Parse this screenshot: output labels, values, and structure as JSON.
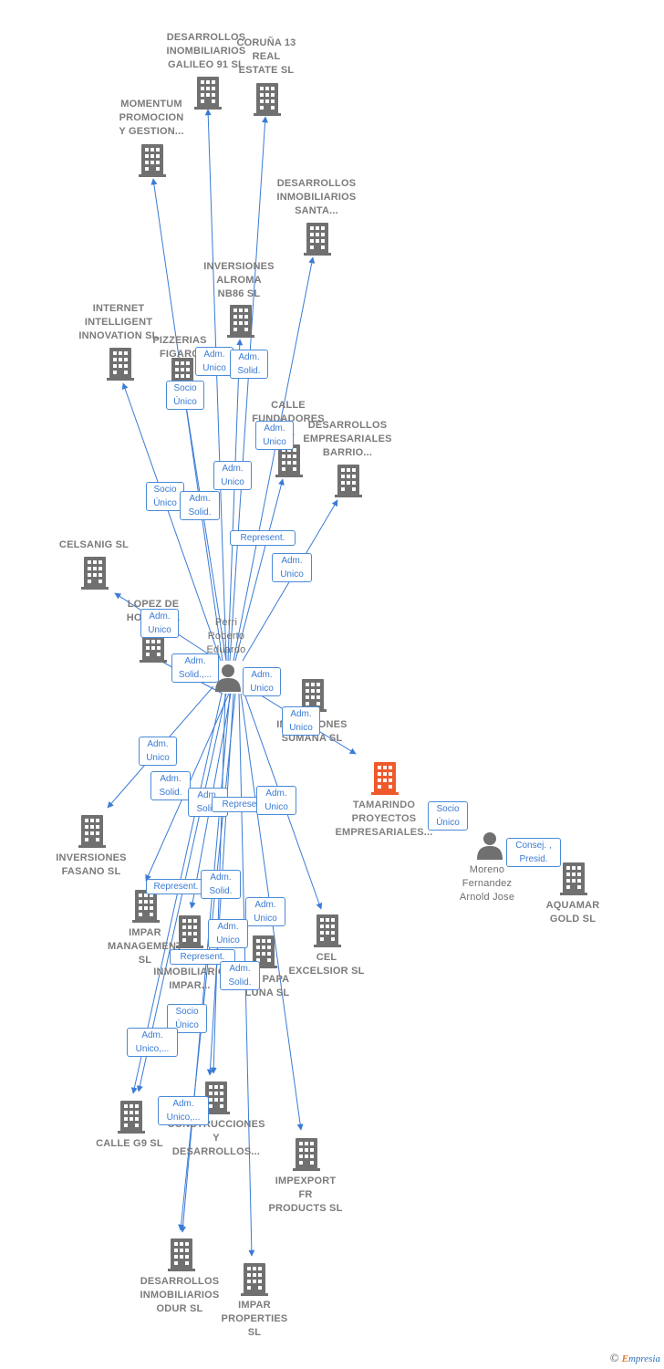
{
  "colors": {
    "edge": "#3a7bd5",
    "company_icon": "#707070",
    "focus_icon": "#ef5a2b",
    "person_icon": "#707070"
  },
  "brand": {
    "copyright": "©",
    "initial": "E",
    "rest": "mpresia"
  },
  "nodes": [
    {
      "id": "galileo",
      "kind": "company",
      "lines": [
        "DESARROLLOS",
        "INOMBILIARIOS",
        "GALILEO 91  SL"
      ]
    },
    {
      "id": "coruna",
      "kind": "company",
      "lines": [
        "CORUÑA 13",
        "REAL",
        "ESTATE  SL"
      ]
    },
    {
      "id": "momentum",
      "kind": "company",
      "lines": [
        "MOMENTUM",
        "PROMOCION",
        "Y GESTION..."
      ]
    },
    {
      "id": "santa",
      "kind": "company",
      "lines": [
        "DESARROLLOS",
        "INMOBILIARIOS",
        "SANTA..."
      ]
    },
    {
      "id": "alroma",
      "kind": "company",
      "lines": [
        "INVERSIONES",
        "ALROMA",
        "NB86  SL"
      ]
    },
    {
      "id": "internet",
      "kind": "company",
      "lines": [
        "INTERNET",
        "INTELLIGENT",
        "INNOVATION SL"
      ]
    },
    {
      "id": "pizzerias",
      "kind": "company",
      "lines": [
        "PIZZERIAS",
        "FIGARO"
      ]
    },
    {
      "id": "calle_fund",
      "kind": "company",
      "lines": [
        "CALLE",
        "FUNDADORES",
        "SL"
      ]
    },
    {
      "id": "barrio",
      "kind": "company",
      "lines": [
        "DESARROLLOS",
        "EMPRESARIALES",
        "BARRIO..."
      ]
    },
    {
      "id": "celsanig",
      "kind": "company",
      "lines": [
        "CELSANIG  SL"
      ]
    },
    {
      "id": "lopez",
      "kind": "company",
      "lines": [
        "LOPEZ DE",
        "HOYOS  SL"
      ]
    },
    {
      "id": "perri",
      "kind": "person",
      "lines": [
        "Perri",
        "Roberto",
        "Eduardo"
      ]
    },
    {
      "id": "inv_sumana",
      "kind": "company",
      "lines": [
        "INVERSIONES",
        "SUMANA SL"
      ]
    },
    {
      "id": "tamarindo",
      "kind": "focus",
      "lines": [
        "TAMARINDO",
        "PROYECTOS",
        "EMPRESARIALES..."
      ]
    },
    {
      "id": "moreno",
      "kind": "person",
      "lines": [
        "Moreno",
        "Fernandez",
        "Arnold Jose"
      ]
    },
    {
      "id": "aquamar",
      "kind": "company",
      "lines": [
        "AQUAMAR",
        "GOLD  SL"
      ]
    },
    {
      "id": "fasano",
      "kind": "company",
      "lines": [
        "INVERSIONES",
        "FASANO  SL"
      ]
    },
    {
      "id": "impar_mgmt",
      "kind": "company",
      "lines": [
        "IMPAR",
        "MANAGEMENT",
        "SL"
      ]
    },
    {
      "id": "inmob_impar",
      "kind": "company",
      "lines": [
        "INMOBILIARIO",
        "IMPAR..."
      ]
    },
    {
      "id": "papa_luna",
      "kind": "company",
      "lines": [
        "DE PAPA",
        "LUNA  SL"
      ]
    },
    {
      "id": "cel",
      "kind": "company",
      "lines": [
        "CEL",
        "EXCELSIOR SL"
      ]
    },
    {
      "id": "calle_g9",
      "kind": "company",
      "lines": [
        "CALLE G9  SL"
      ]
    },
    {
      "id": "construcciones",
      "kind": "company",
      "lines": [
        "CONSTRUCCIONES",
        "Y",
        "DESARROLLOS..."
      ]
    },
    {
      "id": "impexport",
      "kind": "company",
      "lines": [
        "IMPEXPORT",
        "FR",
        "PRODUCTS SL"
      ]
    },
    {
      "id": "odur",
      "kind": "company",
      "lines": [
        "DESARROLLOS",
        "INMOBILIARIOS",
        "ODUR  SL"
      ]
    },
    {
      "id": "impar_prop",
      "kind": "company",
      "lines": [
        "IMPAR",
        "PROPERTIES",
        "SL"
      ]
    }
  ],
  "relations": [
    {
      "lines": [
        "Adm.",
        "Unico"
      ]
    },
    {
      "lines": [
        "Adm.",
        "Solid."
      ]
    },
    {
      "lines": [
        "Socio",
        "Único"
      ]
    },
    {
      "lines": [
        "Adm.",
        "Unico"
      ]
    },
    {
      "lines": [
        "Adm.",
        "Unico"
      ]
    },
    {
      "lines": [
        "Socio",
        "Único"
      ]
    },
    {
      "lines": [
        "Adm.",
        "Solid."
      ]
    },
    {
      "lines": [
        "Represent."
      ]
    },
    {
      "lines": [
        "Adm.",
        "Unico"
      ]
    },
    {
      "lines": [
        "Adm.",
        "Unico"
      ]
    },
    {
      "lines": [
        "Adm.",
        "Solid.,..."
      ]
    },
    {
      "lines": [
        "Adm.",
        "Unico"
      ]
    },
    {
      "lines": [
        "Adm.",
        "Unico"
      ]
    },
    {
      "lines": [
        "Adm.",
        "Unico"
      ]
    },
    {
      "lines": [
        "Adm.",
        "Solid."
      ]
    },
    {
      "lines": [
        "Adm.",
        "Solid."
      ]
    },
    {
      "lines": [
        "Represent."
      ]
    },
    {
      "lines": [
        "Adm.",
        "Unico"
      ]
    },
    {
      "lines": [
        "Socio",
        "Único"
      ]
    },
    {
      "lines": [
        "Consej. ,",
        "Presid."
      ]
    },
    {
      "lines": [
        "Represent."
      ]
    },
    {
      "lines": [
        "Adm.",
        "Solid."
      ]
    },
    {
      "lines": [
        "Adm.",
        "Unico"
      ]
    },
    {
      "lines": [
        "Adm.",
        "Unico"
      ]
    },
    {
      "lines": [
        "Represent."
      ]
    },
    {
      "lines": [
        "Adm.",
        "Solid."
      ]
    },
    {
      "lines": [
        "Socio",
        "Único"
      ]
    },
    {
      "lines": [
        "Adm.",
        "Unico,..."
      ]
    },
    {
      "lines": [
        "Adm.",
        "Unico,..."
      ]
    }
  ]
}
